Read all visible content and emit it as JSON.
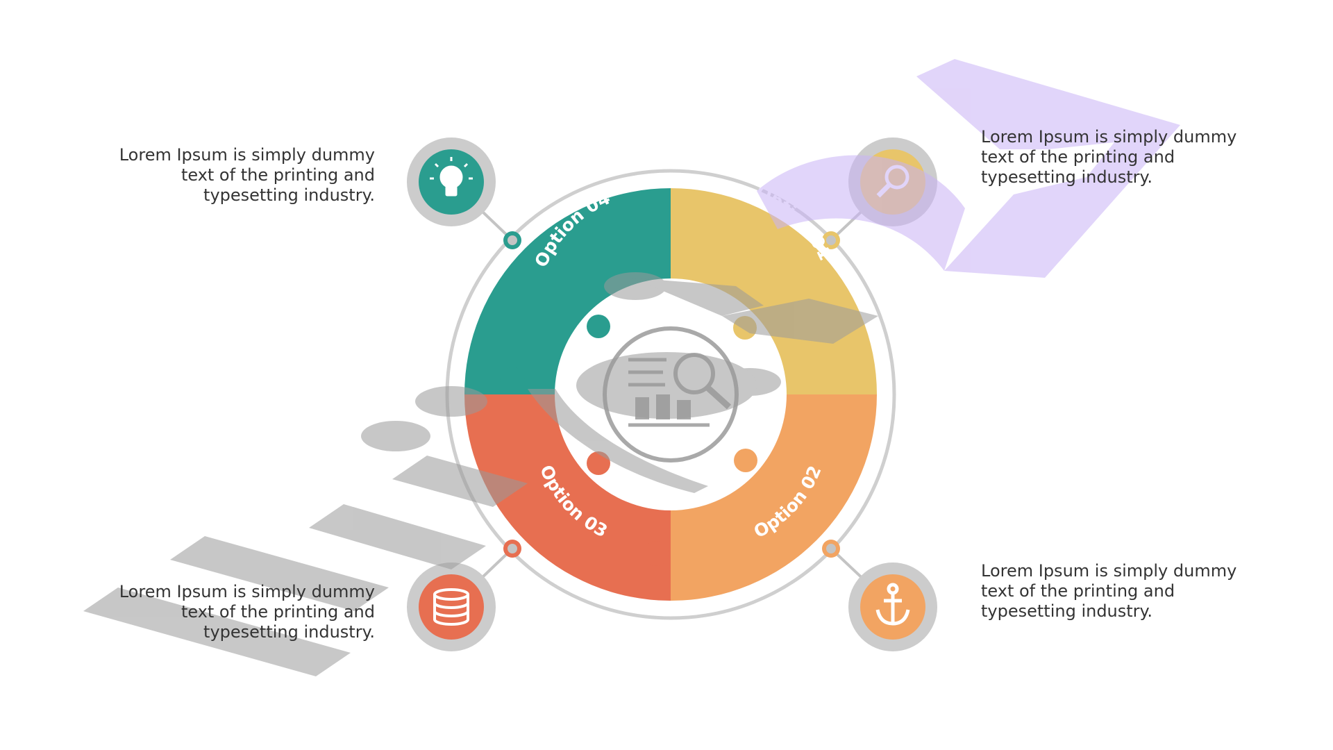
{
  "segments": [
    {
      "id": "01",
      "label": "Option 01",
      "color": "#E8C56A",
      "icon": "magnifier-icon",
      "icon_color": "#E8C56A"
    },
    {
      "id": "02",
      "label": "Option 02",
      "color": "#F2A462",
      "icon": "anchor-icon",
      "icon_color": "#F2A462"
    },
    {
      "id": "03",
      "label": "Option 03",
      "color": "#E76F51",
      "icon": "database-icon",
      "icon_color": "#E76F51"
    },
    {
      "id": "04",
      "label": "Option 04",
      "color": "#2A9D8F",
      "icon": "lightbulb-icon",
      "icon_color": "#2A9D8F"
    }
  ],
  "descriptions": {
    "top_left": "Lorem Ipsum is simply dummy text of the printing and typesetting industry.",
    "top_right": "Lorem Ipsum is simply dummy text of the printing and typesetting industry.",
    "bottom_left": "Lorem Ipsum is simply dummy text of the printing and typesetting industry.",
    "bottom_right": "Lorem Ipsum is simply dummy text of the printing and typesetting industry."
  },
  "center_icon": "chart-magnifier-icon",
  "watermark": {
    "text": "illustr24",
    "gray": "#9a9a9a",
    "purple": "#c9b2f5"
  },
  "colors": {
    "ring_outline": "#cfcfcf",
    "icon_halo": "#cccccc",
    "connector": "#bdbdbd"
  }
}
